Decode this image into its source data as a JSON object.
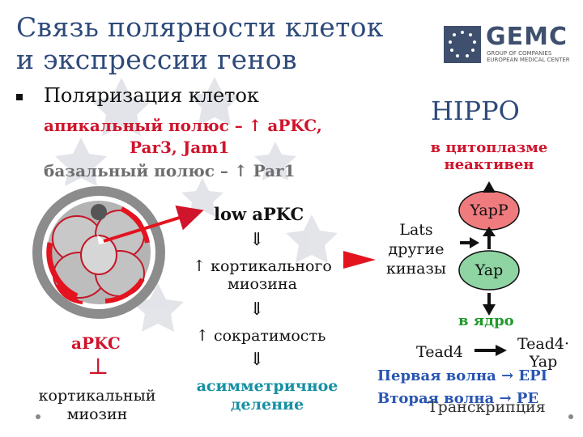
{
  "title": {
    "line1": "Связь полярности клеток",
    "line2": "и экспрессии генов"
  },
  "logo": {
    "name": "GEMC",
    "tagline1": "GROUP OF COMPANIES",
    "tagline2": "EUROPEAN MEDICAL CENTER"
  },
  "bullet": {
    "heading": "Поляризация клеток",
    "apical_line1": "апикальный полюс – ↑ aPKC,",
    "apical_line2": "Par3, Jam1",
    "basal": "базальный полюс – ↑ Par1"
  },
  "cascade": {
    "step1": "low aPKC",
    "arrow": "⇓",
    "step2_line1": "↑ кортикального",
    "step2_line2": "миозина",
    "step3": "↑ сократимость",
    "result_line1": "асимметричное",
    "result_line2": "деление"
  },
  "left_bottom": {
    "apkc": "aPKC",
    "inhibit": "⊥",
    "myosin_line1": "кортикальный",
    "myosin_line2": "миозин"
  },
  "hippo": {
    "title": "HIPPO",
    "cytoplasm_line1": "в цитоплазме",
    "cytoplasm_line2": "неактивен",
    "kinases_line1": "Lats",
    "kinases_line2": "другие",
    "kinases_line3": "киназы",
    "yapp": "YapP",
    "yap": "Yap",
    "nucleus": "в ядро",
    "tead4": "Tead4",
    "tead4yap_line1": "Tead4·",
    "tead4yap_line2": "Yap",
    "wave1": "Первая волна → EPI",
    "wave2": "Вторая волна → PE",
    "transcription": "Транскрипция"
  },
  "colors": {
    "title": "#2e4a7a",
    "red": "#d0142c",
    "teal": "#1690a3",
    "green": "#1f9a2a",
    "blue": "#2855b3",
    "yapp_fill": "#f07b7e",
    "yap_fill": "#8fd4a3"
  }
}
